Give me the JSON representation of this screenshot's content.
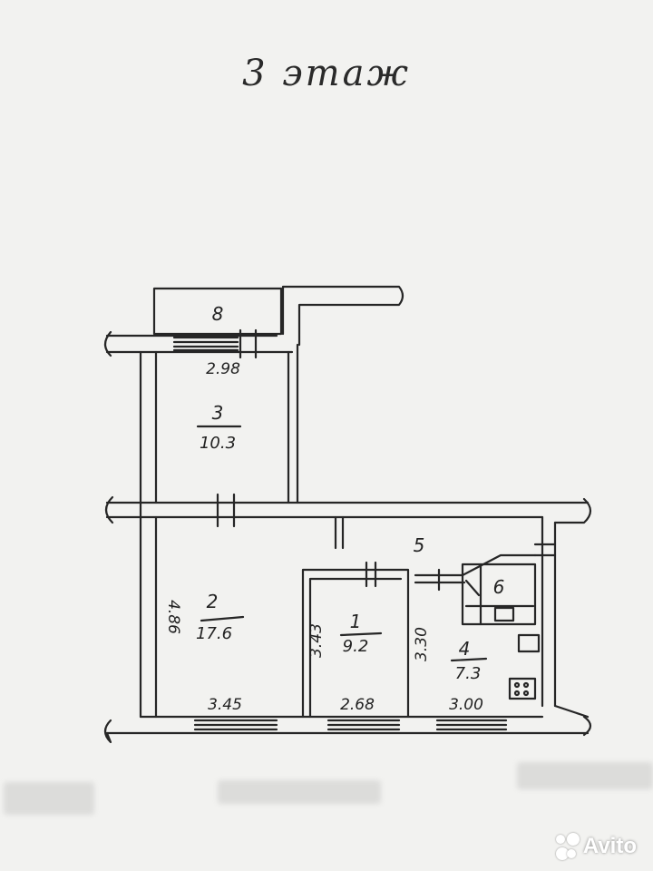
{
  "title": "3 этаж",
  "rooms": [
    {
      "number": "1",
      "area": "9.2"
    },
    {
      "number": "2",
      "area": "17.6"
    },
    {
      "number": "3",
      "area": "10.3"
    },
    {
      "number": "4",
      "area": "7.3"
    },
    {
      "number": "5",
      "area": ""
    },
    {
      "number": "6",
      "area": ""
    },
    {
      "number": "8",
      "area": ""
    }
  ],
  "dimensions": {
    "room3_width": "2.98",
    "room2_height": "4.86",
    "room2_width": "3.45",
    "room1_height": "3.43",
    "room1_width": "2.68",
    "room4_height": "3.30",
    "room4_width": "3.00"
  },
  "watermark": "Avito"
}
